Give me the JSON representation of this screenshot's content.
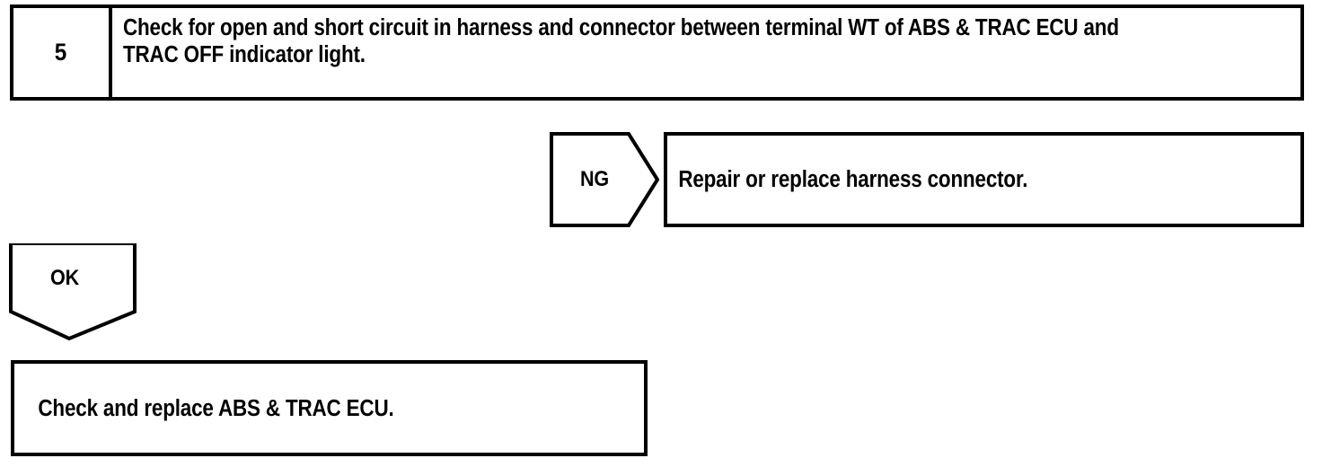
{
  "diagram": {
    "type": "troubleshooting-flowchart",
    "step": {
      "number": "5",
      "instruction": "Check for open and short circuit in harness and connector between terminal WT of ABS & TRAC ECU and TRAC OFF indicator light."
    },
    "branches": [
      {
        "label": "NG",
        "direction": "right",
        "result": "Repair or replace harness connector."
      },
      {
        "label": "OK",
        "direction": "down",
        "result": "Check and replace ABS & TRAC ECU."
      }
    ],
    "colors": {
      "line": "#000000",
      "fill": "#ffffff",
      "text": "#000000"
    }
  }
}
